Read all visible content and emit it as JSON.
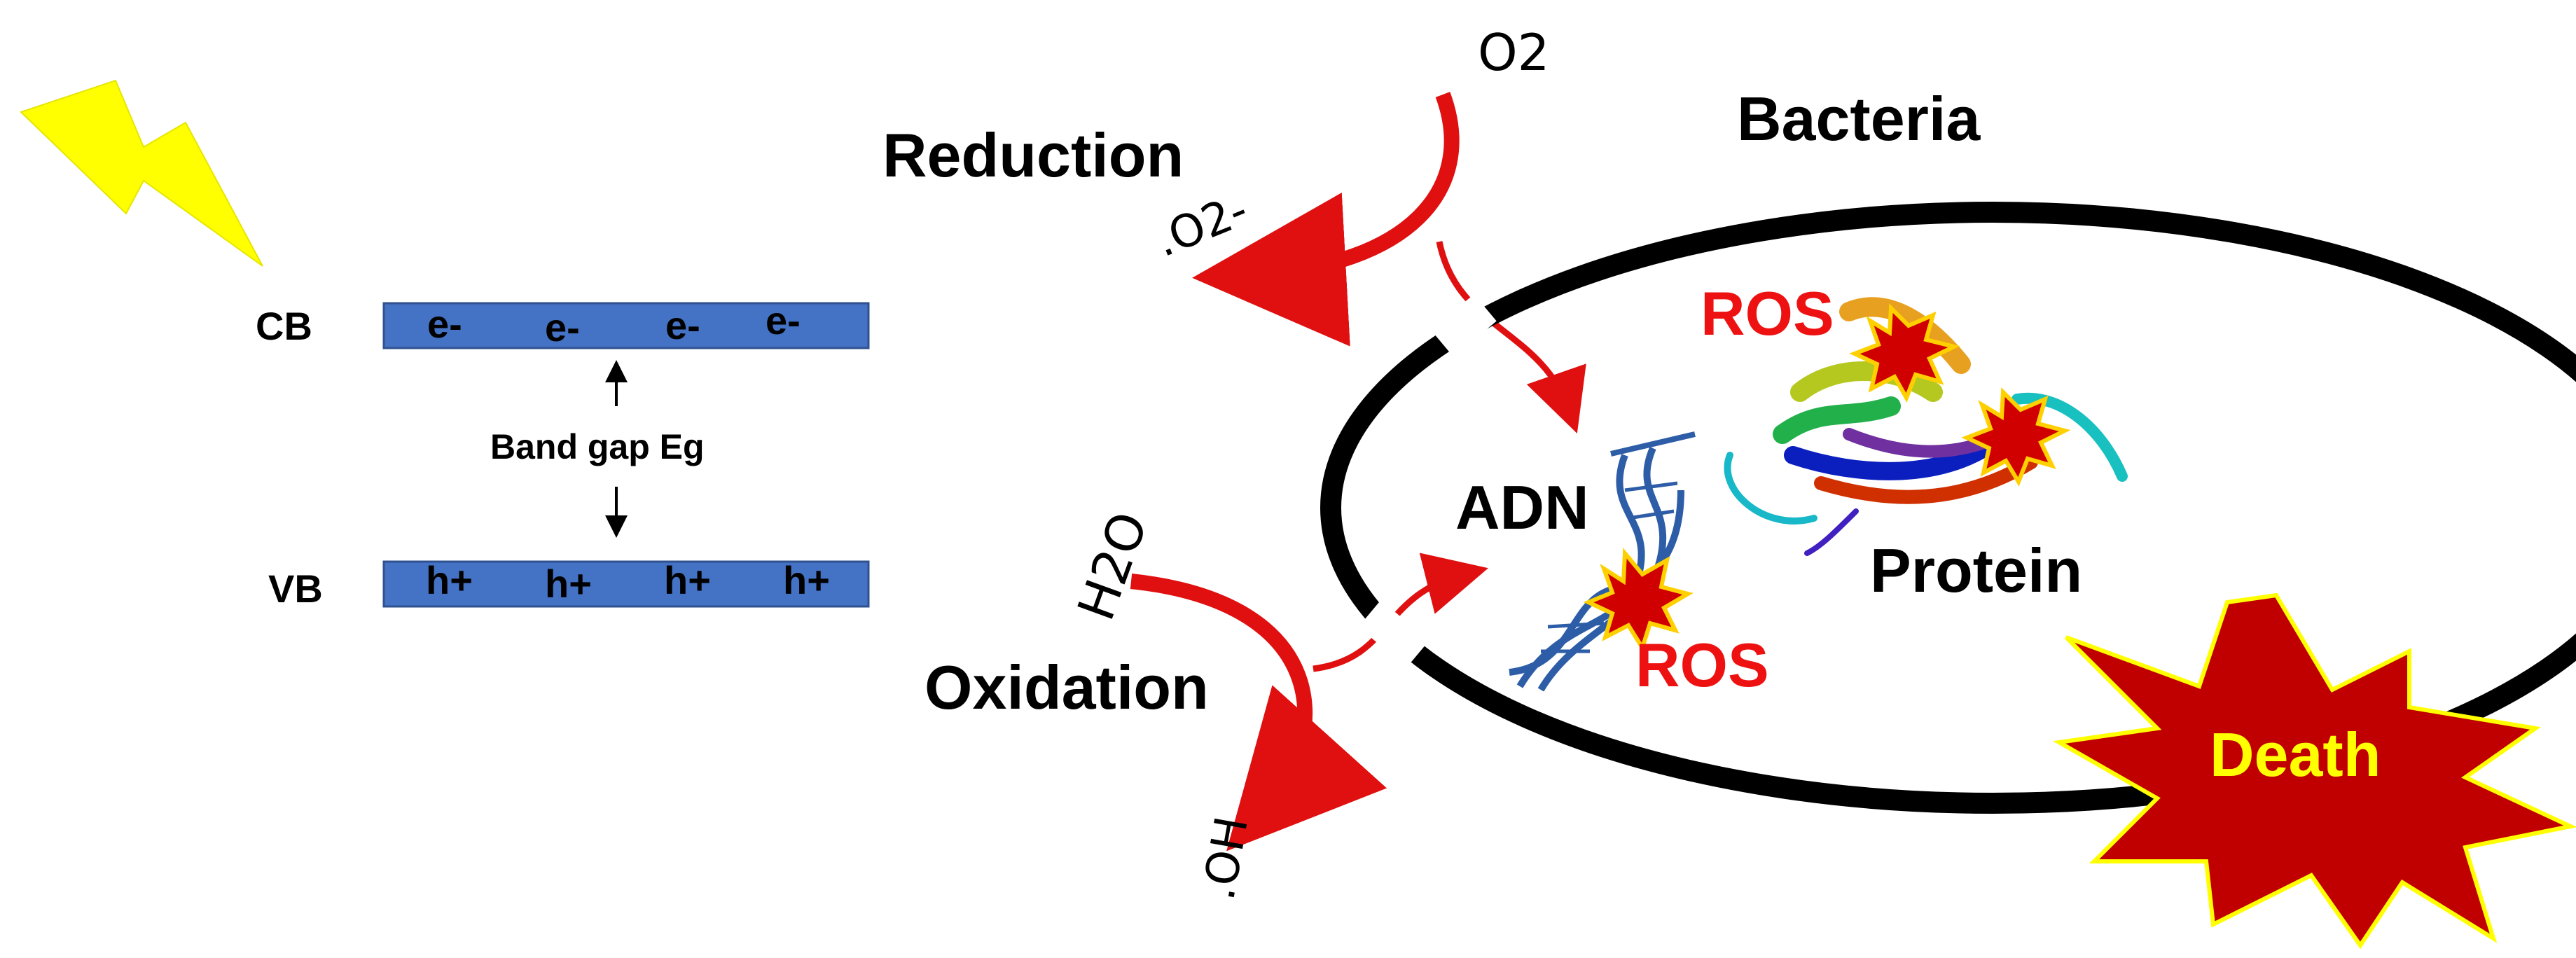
{
  "band_diagram": {
    "cb_label": "CB",
    "vb_label": "VB",
    "electrons": [
      "e-",
      "e-",
      "e-",
      "e-"
    ],
    "holes": [
      "h+",
      "h+",
      "h+",
      "h+"
    ],
    "gap_label": "Band gap Eg",
    "band_color": "#4472C4"
  },
  "reactions": {
    "reduction_label": "Reduction",
    "oxidation_label": "Oxidation",
    "o2": "O2",
    "superoxide": ".O2-",
    "water": "H2O",
    "hydroxyl": ".OH",
    "arrow_color": "#E01010"
  },
  "bacteria": {
    "title": "Bacteria",
    "dna_label": "ADN",
    "protein_label": "Protein",
    "ros_labels": [
      "ROS",
      "ROS"
    ],
    "ros_color": "#EE1111",
    "death_label": "Death",
    "death_fill": "#C00000",
    "death_text_color": "#FFFF00"
  },
  "light_icon": "lightning-bolt-icon",
  "light_color": "#FFFF00"
}
